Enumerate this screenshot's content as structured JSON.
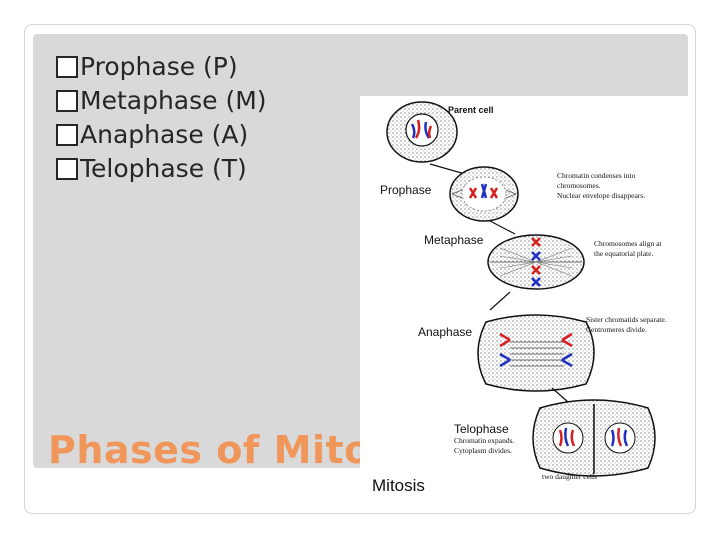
{
  "slide": {
    "bullet_glyph": "square-bullet",
    "bullets": [
      {
        "label": "Prophase (P)"
      },
      {
        "label": "Metaphase (M)"
      },
      {
        "label": "Anaphase (A)"
      },
      {
        "label": "Telophase (T)"
      }
    ],
    "title": "Phases of Mitos",
    "title_color": "#f0965a"
  },
  "diagram": {
    "parent_cell": "Parent cell",
    "prophase_label": "Prophase",
    "prophase_note": [
      "Chromatin condenses into",
      "chromosomes.",
      "Nuclear envelope disappears."
    ],
    "metaphase_label": "Metaphase",
    "metaphase_note": [
      "Chromosomes align at",
      "the equatorial plate."
    ],
    "anaphase_label": "Anaphase",
    "anaphase_note": [
      "Sister chromatids separate.",
      "Centromeres divide."
    ],
    "telophase_label": "Telophase",
    "telophase_note": [
      "Chromatin expands.",
      "Cytoplasm divides."
    ],
    "daughter_label": "two daughter cells",
    "caption": "Mitosis",
    "chromosome_colors": [
      "#d42020",
      "#2030c0"
    ]
  }
}
